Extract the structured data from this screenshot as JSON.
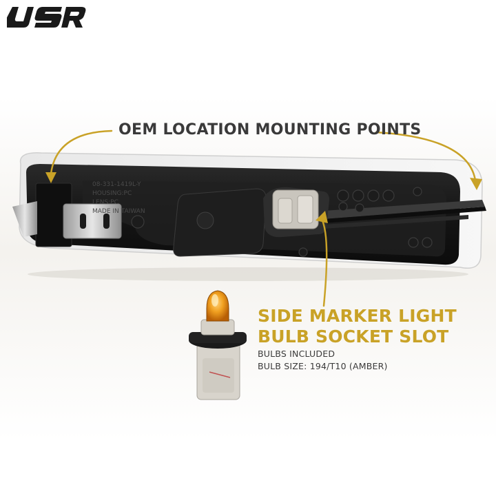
{
  "brand": {
    "logo_text": "USR",
    "name": "USR"
  },
  "colors": {
    "accent": "#c9a227",
    "text": "#3a3a3a",
    "housing": "#161616",
    "bulb": "#e0890f"
  },
  "callouts": {
    "mounting_points": "OEM LOCATION MOUNTING POINTS",
    "socket_title_line1": "SIDE MARKER LIGHT",
    "socket_title_line2": "BULB SOCKET SLOT",
    "bulbs_included": "BULBS INCLUDED",
    "bulb_size": "BULB SIZE: 194/T10 (AMBER)"
  },
  "housing_labels": {
    "part_number": "08-331-1419L-Y",
    "housing": "HOUSING:PC",
    "lens": "LENS:PC",
    "origin": "MADE IN TAIWAN"
  },
  "icons": [
    "usr-logo",
    "arrow-icon",
    "bulb-image",
    "side-marker-housing-image"
  ]
}
